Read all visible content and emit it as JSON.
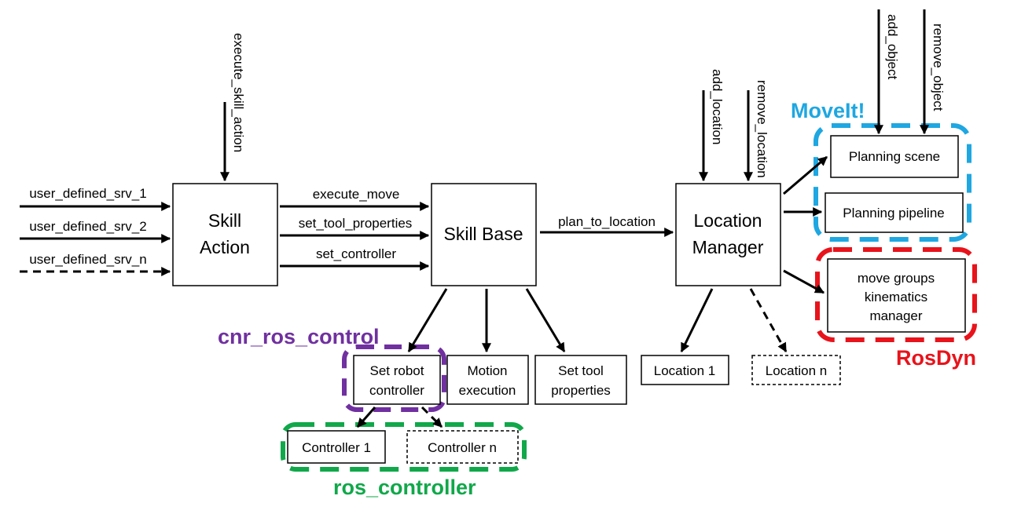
{
  "colors": {
    "moveit": "#1ea7e1",
    "rosdyn": "#e8131b",
    "cnr_ros_control": "#7030a0",
    "ros_controller": "#10a84a"
  },
  "inputs": {
    "execute_skill_action": "execute_skill_action",
    "user_defined_srv_1": "user_defined_srv_1",
    "user_defined_srv_2": "user_defined_srv_2",
    "user_defined_srv_n": "user_defined_srv_n",
    "add_location": "add_location",
    "remove_location": "remove_location",
    "add_object": "add_object",
    "remove_object": "remove_object"
  },
  "edges": {
    "execute_move": "execute_move",
    "set_tool_properties": "set_tool_properties",
    "set_controller": "set_controller",
    "plan_to_location": "plan_to_location"
  },
  "nodes": {
    "skill_action": {
      "line1": "Skill",
      "line2": "Action"
    },
    "skill_base": "Skill Base",
    "location_manager": {
      "line1": "Location",
      "line2": "Manager"
    },
    "planning_scene": "Planning scene",
    "planning_pipeline": "Planning pipeline",
    "move_groups": {
      "line1": "move groups",
      "line2": "kinematics",
      "line3": "manager"
    },
    "set_robot_controller": {
      "line1": "Set robot",
      "line2": "controller"
    },
    "motion_execution": {
      "line1": "Motion",
      "line2": "execution"
    },
    "set_tool_properties": {
      "line1": "Set tool",
      "line2": "properties"
    },
    "location_1": "Location 1",
    "location_n": "Location n",
    "controller_1": "Controller 1",
    "controller_n": "Controller n"
  },
  "groups": {
    "moveit": "MoveIt!",
    "rosdyn": "RosDyn",
    "cnr_ros_control": "cnr_ros_control",
    "ros_controller": "ros_controller"
  }
}
